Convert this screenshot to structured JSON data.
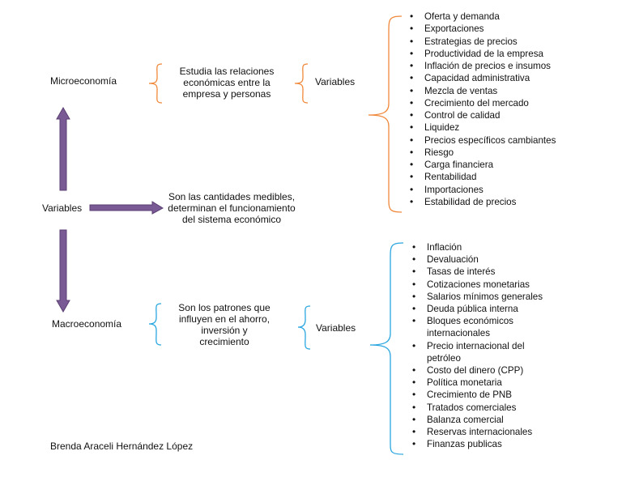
{
  "micro": {
    "title": "Microeconomía",
    "desc": [
      "Estudia las relaciones",
      "económicas entre la",
      "empresa y personas"
    ],
    "variables_label": "Variables",
    "items": [
      "Oferta y demanda",
      "Exportaciones",
      "Estrategias de precios",
      "Productividad de la empresa",
      "Inflación de precios e insumos",
      "Capacidad administrativa",
      "Mezcla de ventas",
      "Crecimiento del mercado",
      "Control de calidad",
      "Liquidez",
      "Precios específicos cambiantes",
      "Riesgo",
      "Carga financiera",
      "Rentabilidad",
      "Importaciones",
      "Estabilidad de precios"
    ]
  },
  "variables": {
    "label": "Variables",
    "desc": [
      "Son las cantidades medibles,",
      "determinan el funcionamiento",
      "del sistema económico"
    ]
  },
  "macro": {
    "title": "Macroeconomía",
    "desc": [
      "Son los patrones que",
      "influyen en el ahorro,",
      "inversión y",
      "crecimiento"
    ],
    "variables_label": "Variables",
    "items": [
      "Inflación",
      "Devaluación",
      "Tasas de interés",
      "Cotizaciones monetarias",
      "Salarios mínimos generales",
      "Deuda pública interna",
      "Bloques económicos\ninternacionales",
      "Precio internacional del\npetróleo",
      "Costo del dinero (CPP)",
      "Política monetaria",
      "Crecimiento de PNB",
      "Tratados comerciales",
      "Balanza comercial",
      "Reservas internacionales",
      "Finanzas publicas"
    ]
  },
  "author": "Brenda Araceli Hernández López",
  "colors": {
    "micro_brace": "#f0883a",
    "macro_brace": "#2aa6e0",
    "arrow_fill": "#7a5a94",
    "arrow_stroke": "#5b3f73"
  }
}
